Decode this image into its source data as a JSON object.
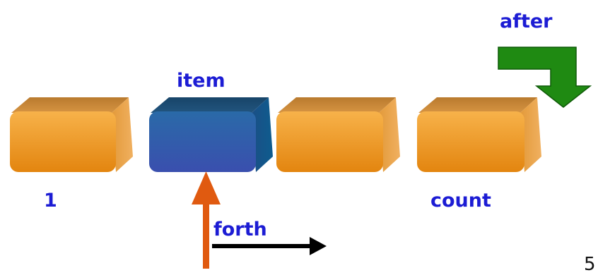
{
  "diagram": {
    "labels": {
      "first": "1",
      "item": "item",
      "count": "count",
      "after": "after",
      "forth": "forth"
    },
    "cells": [
      {
        "role": "first",
        "color": "orange"
      },
      {
        "role": "item",
        "color": "blue",
        "highlighted": true
      },
      {
        "role": "plain",
        "color": "orange"
      },
      {
        "role": "count",
        "color": "orange"
      }
    ],
    "colors": {
      "cell_orange": "#f0a032",
      "cell_orange_top": "#c98a3c",
      "cell_blue": "#2f63a6",
      "cell_blue_top": "#1f4d7a",
      "label_blue": "#1c1cd4",
      "cursor_arrow": "#e05a10",
      "forth_arrow": "#000000",
      "after_arrow": "#1f8a12"
    },
    "page_number": "5"
  }
}
